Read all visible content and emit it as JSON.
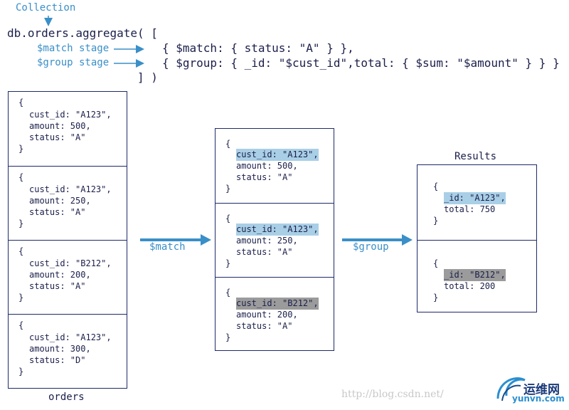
{
  "header": {
    "collection_label": "Collection",
    "code_line1": "db.orders.aggregate( [",
    "match_stage_label": "$match stage",
    "match_code": "{ $match: { status: \"A\" } },",
    "group_stage_label": "$group stage",
    "group_code": "{ $group: { _id: \"$cust_id\",total: { $sum: \"$amount\" } } }",
    "code_close": "] )"
  },
  "orders": {
    "caption": "orders",
    "docs": [
      {
        "open": "{",
        "l1": "cust_id: \"A123\",",
        "l2": "amount: 500,",
        "l3": "status: \"A\"",
        "close": "}"
      },
      {
        "open": "{",
        "l1": "cust_id: \"A123\",",
        "l2": "amount: 250,",
        "l3": "status: \"A\"",
        "close": "}"
      },
      {
        "open": "{",
        "l1": "cust_id: \"B212\",",
        "l2": "amount: 200,",
        "l3": "status: \"A\"",
        "close": "}"
      },
      {
        "open": "{",
        "l1": "cust_id: \"A123\",",
        "l2": "amount: 300,",
        "l3": "status: \"D\"",
        "close": "}"
      }
    ]
  },
  "matched": {
    "docs": [
      {
        "open": "{",
        "l1": "cust_id: \"A123\",",
        "l2": "amount: 500,",
        "l3": "status: \"A\"",
        "close": "}"
      },
      {
        "open": "{",
        "l1": "cust_id: \"A123\",",
        "l2": "amount: 250,",
        "l3": "status: \"A\"",
        "close": "}"
      },
      {
        "open": "{",
        "l1": "cust_id: \"B212\",",
        "l2": "amount: 200,",
        "l3": "status: \"A\"",
        "close": "}"
      }
    ]
  },
  "results": {
    "title": "Results",
    "docs": [
      {
        "open": "{",
        "l1": "_id: \"A123\",",
        "l2": "total: 750",
        "close": "}"
      },
      {
        "open": "{",
        "l1": "_id: \"B212\",",
        "l2": "total: 200",
        "close": "}"
      }
    ]
  },
  "arrows": {
    "match_label": "$match",
    "group_label": "$group"
  },
  "watermark": {
    "url": "http://blog.csdn.net/",
    "brand_cn": "运维网",
    "brand_en": "yunvn.com"
  },
  "colors": {
    "accent_blue": "#3a8fc8",
    "box_border": "#1f2a68",
    "highlight_a123": "#a9cfe6",
    "highlight_b212": "#9b9b9b"
  }
}
